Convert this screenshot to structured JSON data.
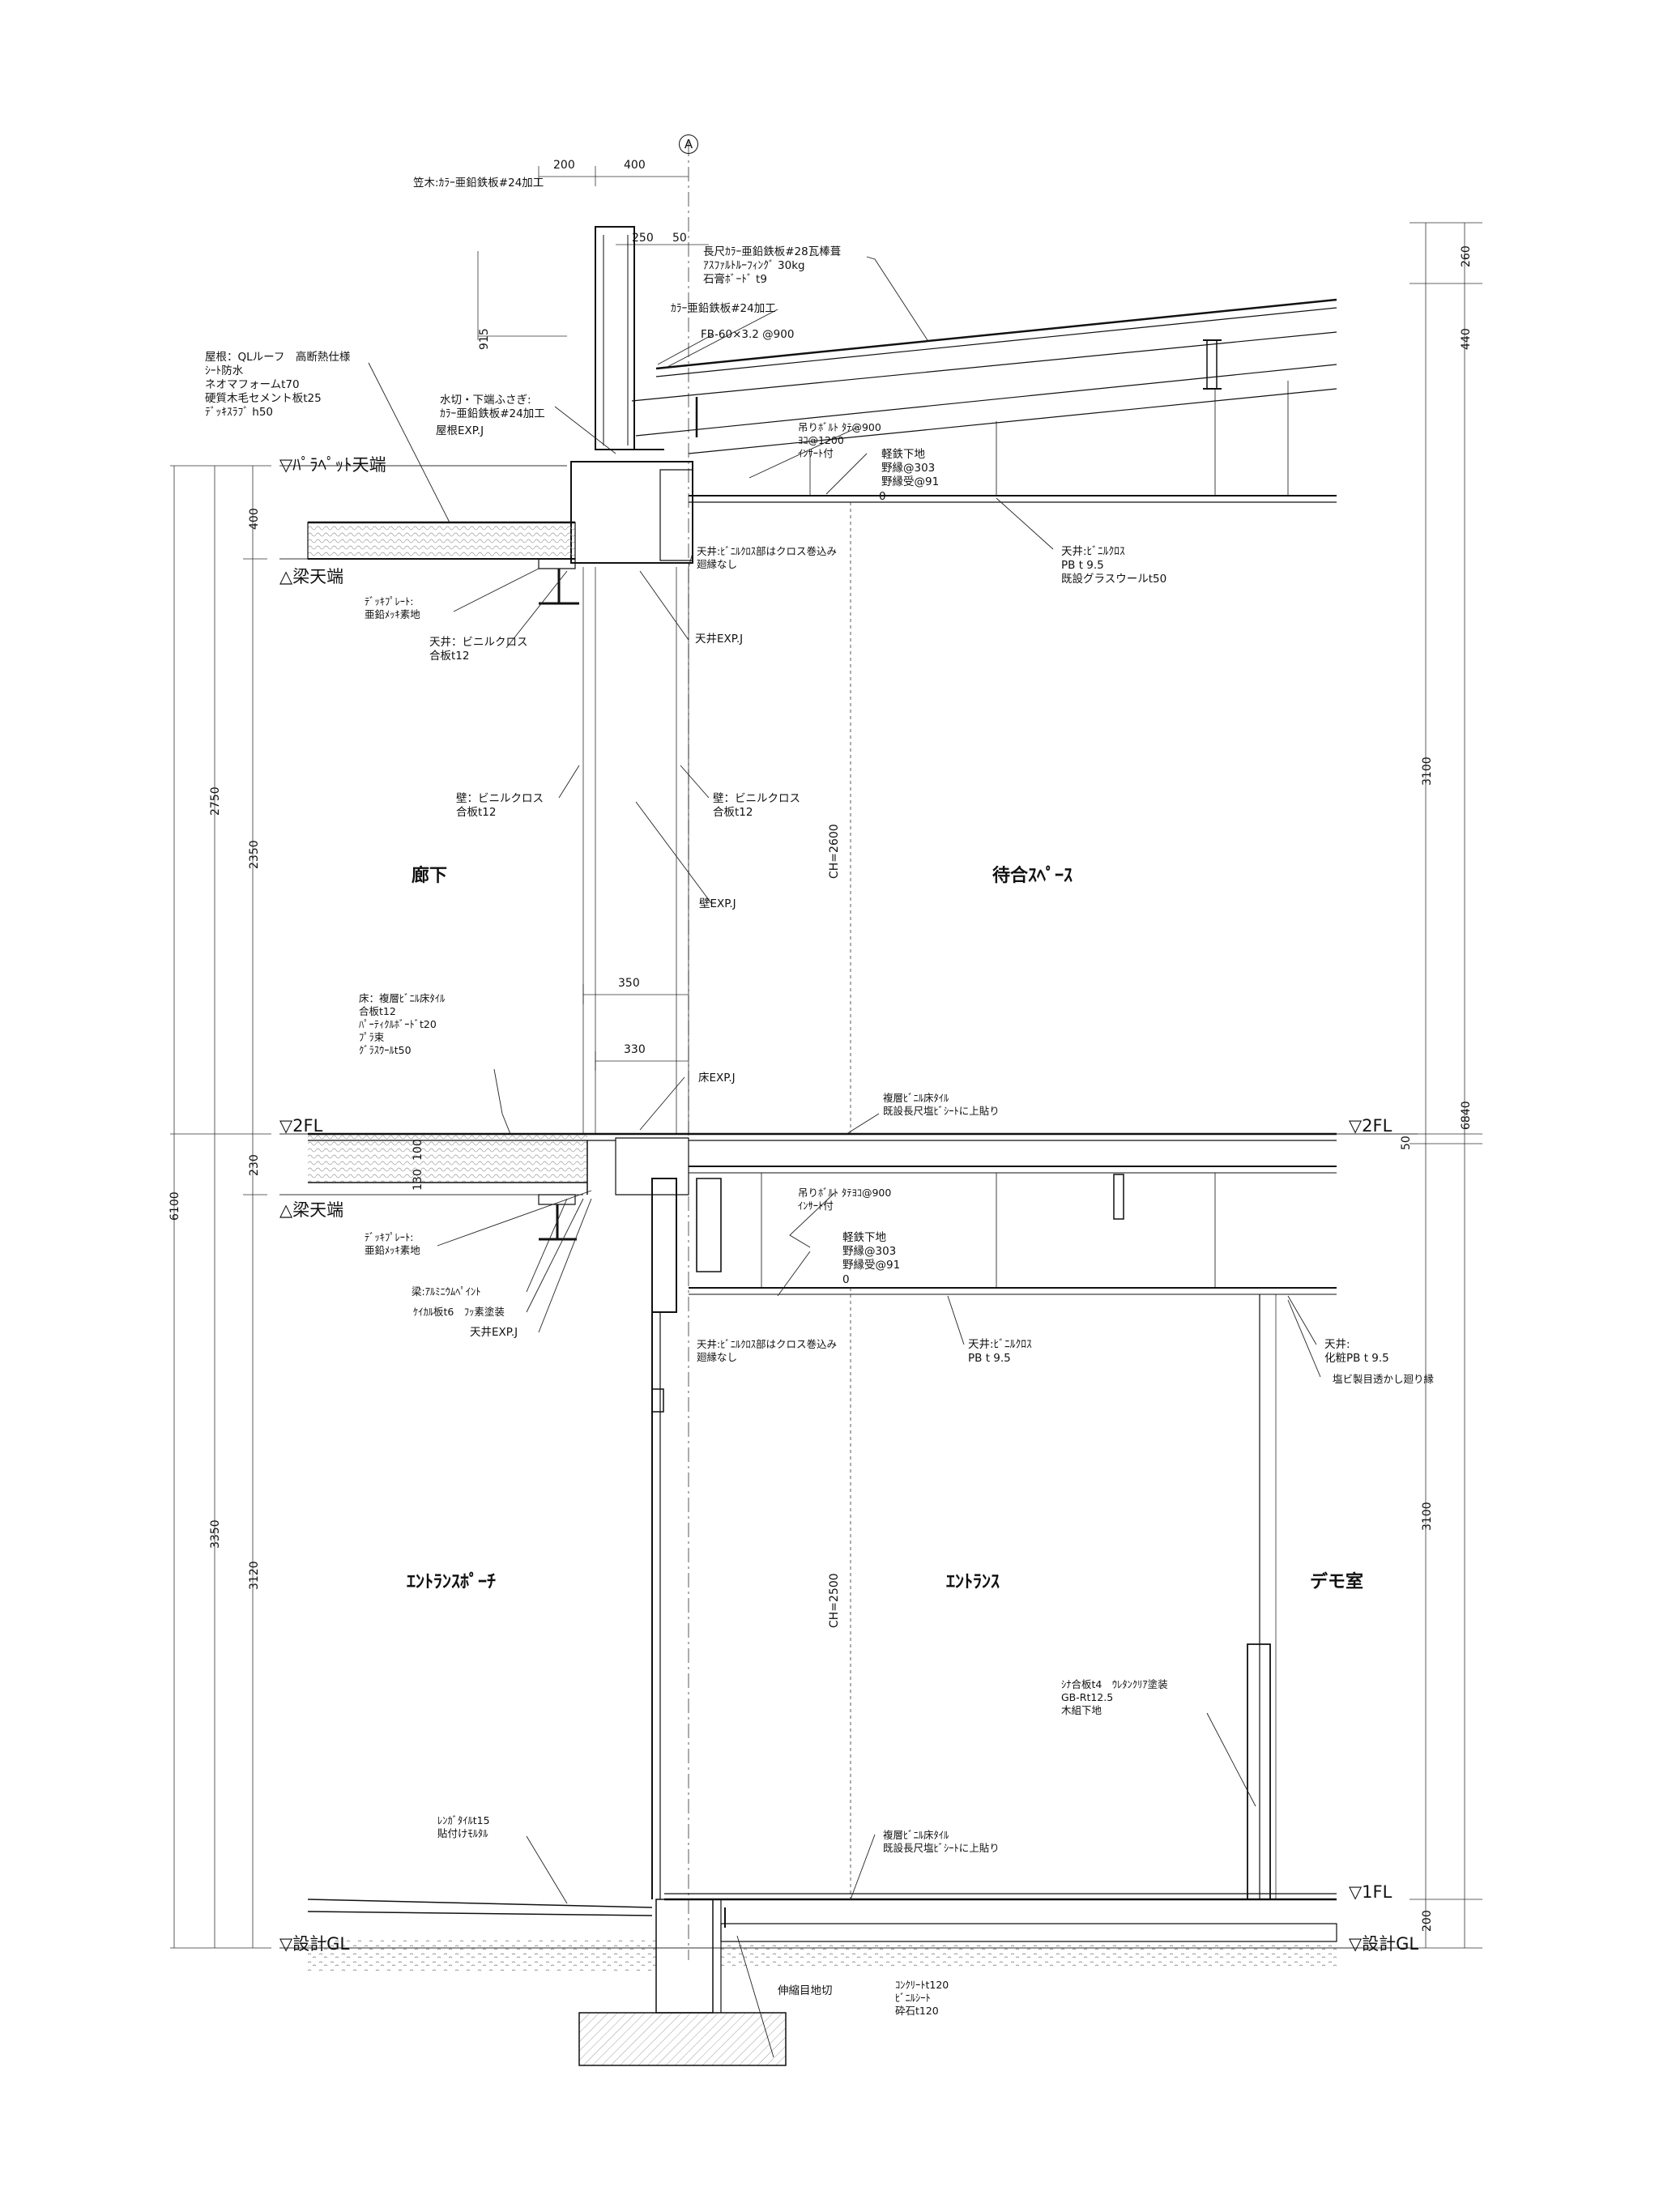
{
  "grid_mark": "A",
  "levels": {
    "parapet": "▽ﾊﾟﾗﾍﾟｯﾄ天端",
    "beam_top_upper": "△梁天端",
    "fl2_left": "▽2FL",
    "fl2_right": "▽2FL",
    "beam_top_lower": "△梁天端",
    "fl1": "▽1FL",
    "gl_left": "▽設計GL",
    "gl_right": "▽設計GL"
  },
  "rooms": {
    "corridor": "廊下",
    "waiting": "待合ｽﾍﾟｰｽ",
    "porch": "ｴﾝﾄﾗﾝｽﾎﾟｰﾁ",
    "entrance": "ｴﾝﾄﾗﾝｽ",
    "demo": "デモ室"
  },
  "dimensions": {
    "top_200": "200",
    "top_400": "400",
    "d250": "250",
    "d50_top": "50",
    "d915": "915",
    "d400_left": "400",
    "d2750": "2750",
    "d2350": "2350",
    "d6100": "6100",
    "d230": "230",
    "d100": "100",
    "d130": "130",
    "d3350": "3350",
    "d3120": "3120",
    "d350": "350",
    "d330": "330",
    "ch_upper": "CH=2600",
    "ch_lower": "CH=2500",
    "r260": "260",
    "r440": "440",
    "r3100_upper": "3100",
    "r6840": "6840",
    "r50": "50",
    "r3100_lower": "3100",
    "r200": "200"
  },
  "notes": {
    "kasagi": "笠木:ｶﾗｰ亜鉛鉄板#24加工",
    "roof_top": "長尺ｶﾗｰ亜鉛鉄板#28瓦棒葺\nｱｽﾌｧﾙﾄﾙｰﾌｨﾝｸﾞ 30kg\n石膏ﾎﾞｰﾄﾞ t9",
    "color_sheet": "ｶﾗｰ亜鉛鉄板#24加工",
    "fb": "FB-60×3.2 @900",
    "roof_left": "屋根：QLルーフ　高断熱仕様\nｼｰﾄ防水\nネオマフォームt70\n硬質木毛セメント板t25\nﾃﾞｯｷｽﾗﾌﾞ h50",
    "mizukiri": "水切・下端ふさぎ:\nｶﾗｰ亜鉛鉄板#24加工",
    "roof_expj": "屋根EXP.J",
    "hanger_upper": "吊りﾎﾞﾙﾄ ﾀﾃ@900\nﾖｺ@1200\nｲﾝｻｰﾄ付",
    "ltsteel_upper": "軽鉄下地\n野縁@303\n野縁受@91",
    "ceiling_wrap_upper": "天井:ﾋﾞﾆﾙｸﾛｽ部はクロス巻込み\n廻縁なし",
    "ceiling_upper_right": "天井:ﾋﾞﾆﾙｸﾛｽ\nPB t 9.5\n既設グラスウールt50",
    "deck_upper": "ﾃﾞｯｷﾌﾟﾚｰﾄ:\n亜鉛ﾒｯｷ素地",
    "ceiling_corridor": "天井：ビニルクロス\n合板t12",
    "ceiling_expj_upper": "天井EXP.J",
    "wall_left": "壁：ビニルクロス\n合板t12",
    "wall_right": "壁：ビニルクロス\n合板t12",
    "wall_expj": "壁EXP.J",
    "floor_2f_left": "床：複層ﾋﾞﾆﾙ床ﾀｲﾙ\n合板t12\nﾊﾟｰﾃｨｸﾙﾎﾞｰﾄﾞt20\nﾌﾟﾗ束\nｸﾞﾗｽｳｰﾙt50",
    "floor_expj": "床EXP.J",
    "floor_2f_right": "複層ﾋﾞﾆﾙ床ﾀｲﾙ\n既設長尺塩ﾋﾞｼｰﾄに上貼り",
    "hanger_lower": "吊りﾎﾞﾙﾄ ﾀﾃﾖｺ@900\nｲﾝｻｰﾄ付",
    "ltsteel_lower": "軽鉄下地\n野縁@303\n野縁受@91",
    "deck_lower": "ﾃﾞｯｷﾌﾟﾚｰﾄ:\n亜鉛ﾒｯｷ素地",
    "beam_paint": "梁:ｱﾙﾐﾆｳﾑﾍﾟｲﾝﾄ",
    "keical": "ｹｲｶﾙ板t6　ﾌｯ素塗装",
    "ceiling_expj_lower": "天井EXP.J",
    "ceiling_wrap_lower": "天井:ﾋﾞﾆﾙｸﾛｽ部はクロス巻込み\n廻縁なし",
    "ceiling_entrance": "天井:ﾋﾞﾆﾙｸﾛｽ\nPB t 9.5",
    "ceiling_demo": "天井:\n化粧PB t 9.5",
    "pvc_joint": "塩ビ製目透かし廻り縁",
    "partition": "ｼﾅ合板t4　ｳﾚﾀﾝｸﾘｱ塗装\nGB-Rt12.5\n木組下地",
    "brick_tile": "ﾚﾝｶﾞﾀｲﾙt15\n貼付けﾓﾙﾀﾙ",
    "floor_1f": "複層ﾋﾞﾆﾙ床ﾀｲﾙ\n既設長尺塩ﾋﾞｼｰﾄに上貼り",
    "exp_joint": "伸縮目地切",
    "slab": "ｺﾝｸﾘｰﾄt120\nﾋﾞﾆﾙｼｰﾄ\n砕石t120",
    "zero_upper": "0",
    "zero_lower": "0"
  }
}
